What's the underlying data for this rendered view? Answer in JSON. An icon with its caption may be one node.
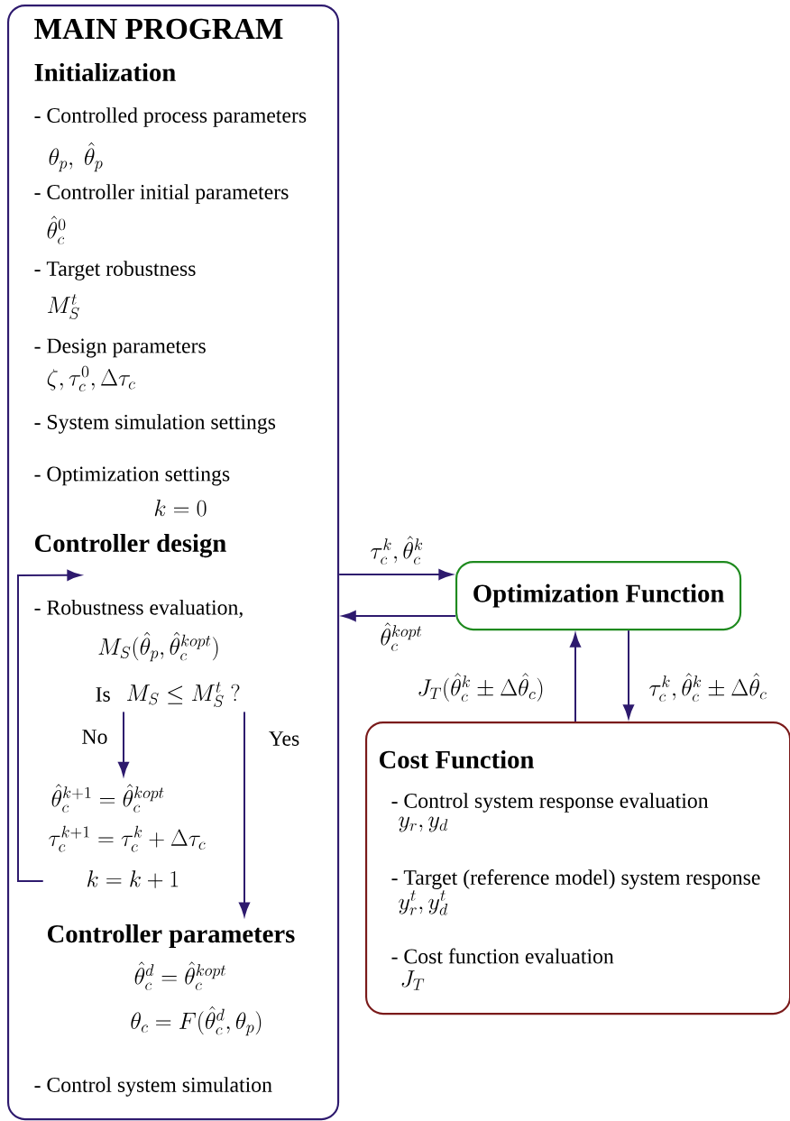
{
  "diagram": {
    "nodes": [
      {
        "text": [
          "MAIN PROGRAM",
          "Initialization",
          "- Controlled process parameters",
          "\\theta_p,\\ \\hat{\\theta}_p",
          "- Controller initial parameters",
          "\\hat{\\theta}_c^0",
          "- Target robustness",
          "M_S^t",
          "- Design parameters",
          "\\zeta, \\tau_c^0, \\Delta\\tau_c",
          "- System simulation settings",
          "- Optimization settings",
          "k=0",
          "Controller design",
          "- Control system simulation"
        ]
      },
      {
        "text": [
          "- Robustness evaluation,",
          "M_S(\\hat{\\theta}_p, \\hat{\\theta}_c^{kopt})"
        ],
        "in": 0
      },
      {
        "text": [
          "Is",
          "M_S \\leq M_S^t\\ ?"
        ],
        "in": 0
      },
      {
        "text": [
          "\\hat{\\theta}_c^{k+1} = \\hat{\\theta}_c^{kopt}",
          "\\tau_c^{k+1} = \\tau_c^k + \\Delta\\tau_c",
          "k = k+1"
        ],
        "in": 0
      },
      {
        "text": [
          "Controller parameters",
          "\\hat{\\theta}_c^d = \\hat{\\theta}_c^{kopt}",
          "\\theta_c = F(\\hat{\\theta}_c^d, \\theta_p)"
        ],
        "in": 0
      },
      {
        "text": [
          "Optimization Function"
        ]
      },
      {
        "text": [
          "Cost Function",
          "- Control system response evaluation",
          "y_r, y_d",
          "- Target (reference model) system response",
          "y_r^t, y_d^t",
          "- Cost function evaluation",
          "J_T"
        ]
      }
    ],
    "edges": [
      {
        "from": 0,
        "to": 5,
        "arrow": "to",
        "label": "\\tau_c^k, \\hat{\\theta}_c^k"
      },
      {
        "from": 5,
        "to": 0,
        "arrow": "to",
        "label": "\\hat{\\theta}_c^{kopt}"
      },
      {
        "from": 2,
        "to": 3,
        "arrow": "to",
        "label": "No"
      },
      {
        "from": 2,
        "to": 4,
        "arrow": "to",
        "label": "Yes"
      },
      {
        "from": 3,
        "to": 1,
        "arrow": "to"
      },
      {
        "from": 6,
        "to": 5,
        "arrow": "to",
        "label": "J_T(\\hat{\\theta}_c^k \\pm \\Delta\\hat{\\theta}_c)"
      },
      {
        "from": 5,
        "to": 6,
        "arrow": "to",
        "label": "\\tau_c^k, \\hat{\\theta}_c^k \\pm \\Delta\\hat{\\theta}_c"
      }
    ]
  }
}
